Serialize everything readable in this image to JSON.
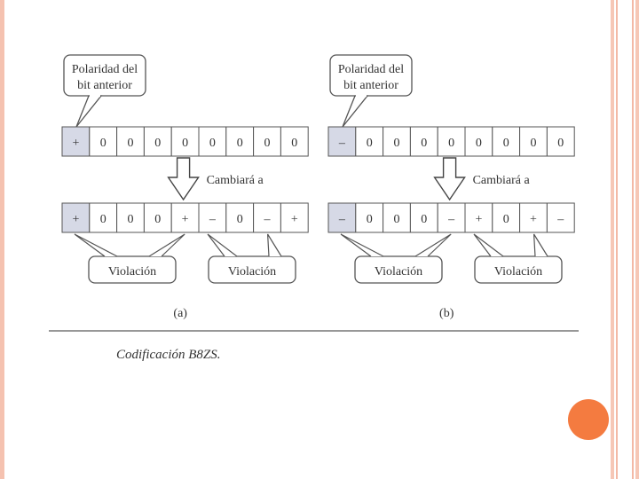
{
  "diagram": {
    "left": {
      "callout": [
        "Polaridad del",
        "bit anterior"
      ],
      "top_row": [
        "+",
        "0",
        "0",
        "0",
        "0",
        "0",
        "0",
        "0",
        "0"
      ],
      "arrow_label": "Cambiará a",
      "bottom_row": [
        "+",
        "0",
        "0",
        "0",
        "+",
        "–",
        "0",
        "–",
        "+"
      ],
      "violation1": "Violación",
      "violation2": "Violación",
      "label": "(a)"
    },
    "right": {
      "callout": [
        "Polaridad del",
        "bit anterior"
      ],
      "top_row": [
        "–",
        "0",
        "0",
        "0",
        "0",
        "0",
        "0",
        "0",
        "0"
      ],
      "arrow_label": "Cambiará a",
      "bottom_row": [
        "–",
        "0",
        "0",
        "0",
        "–",
        "+",
        "0",
        "+",
        "–"
      ],
      "violation1": "Violación",
      "violation2": "Violación",
      "label": "(b)"
    },
    "caption": "Codificación B8ZS."
  },
  "colors": {
    "first_cell": "#d6d9e6",
    "accent_dot": "#f47b40",
    "stripe": "#f5c2b0"
  }
}
